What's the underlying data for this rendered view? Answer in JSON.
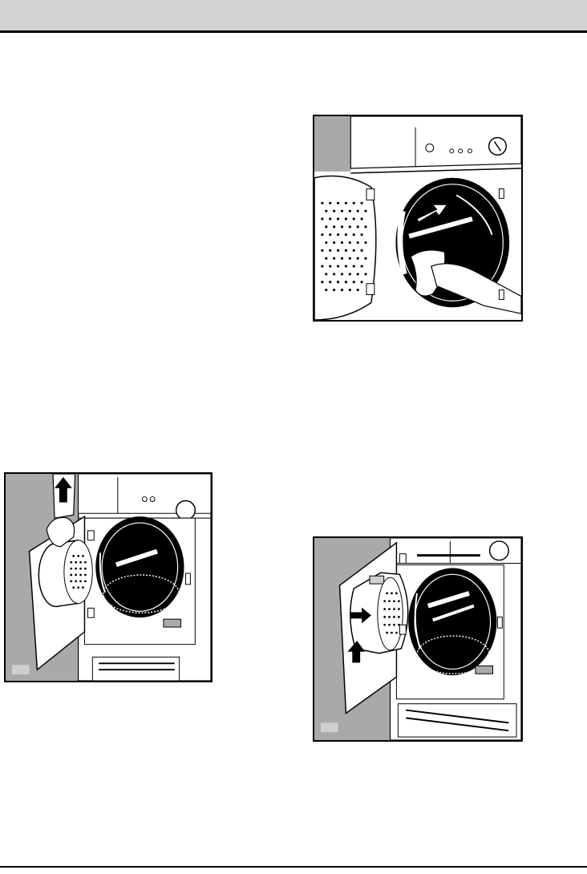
{
  "page": {
    "header_color": "#d2d2d2",
    "figures": [
      {
        "id": "fig-top",
        "label": "",
        "content": "cleaning-drum-with-cloth"
      },
      {
        "id": "fig-left",
        "label": "",
        "content": "removing-filter-from-door"
      },
      {
        "id": "fig-right",
        "label": "",
        "content": "inserting-filter-into-door"
      }
    ]
  }
}
